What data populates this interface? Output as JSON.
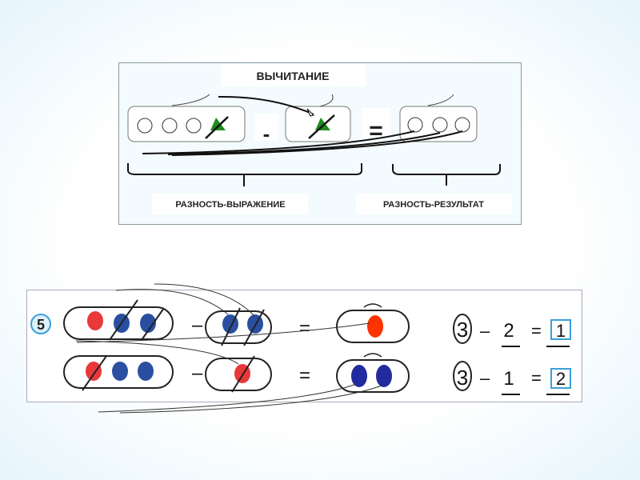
{
  "top_panel": {
    "title": "ВЫЧИТАНИЕ",
    "minus": "-",
    "equals": "=",
    "label_expression": "РАЗНОСТЬ-ВЫРАЖЕНИЕ",
    "label_result": "РАЗНОСТЬ-РЕЗУЛЬТАТ"
  },
  "exercise": {
    "number": "5",
    "minus": "–",
    "equals": "=",
    "row1": {
      "a": "3",
      "b": "2",
      "result": "1"
    },
    "row2": {
      "a": "3",
      "b": "1",
      "result": "2"
    }
  },
  "colors": {
    "red": "#e8383a",
    "blue": "#2a4fa0",
    "green": "#1f8a1f",
    "accent": "#3aa0d8"
  }
}
